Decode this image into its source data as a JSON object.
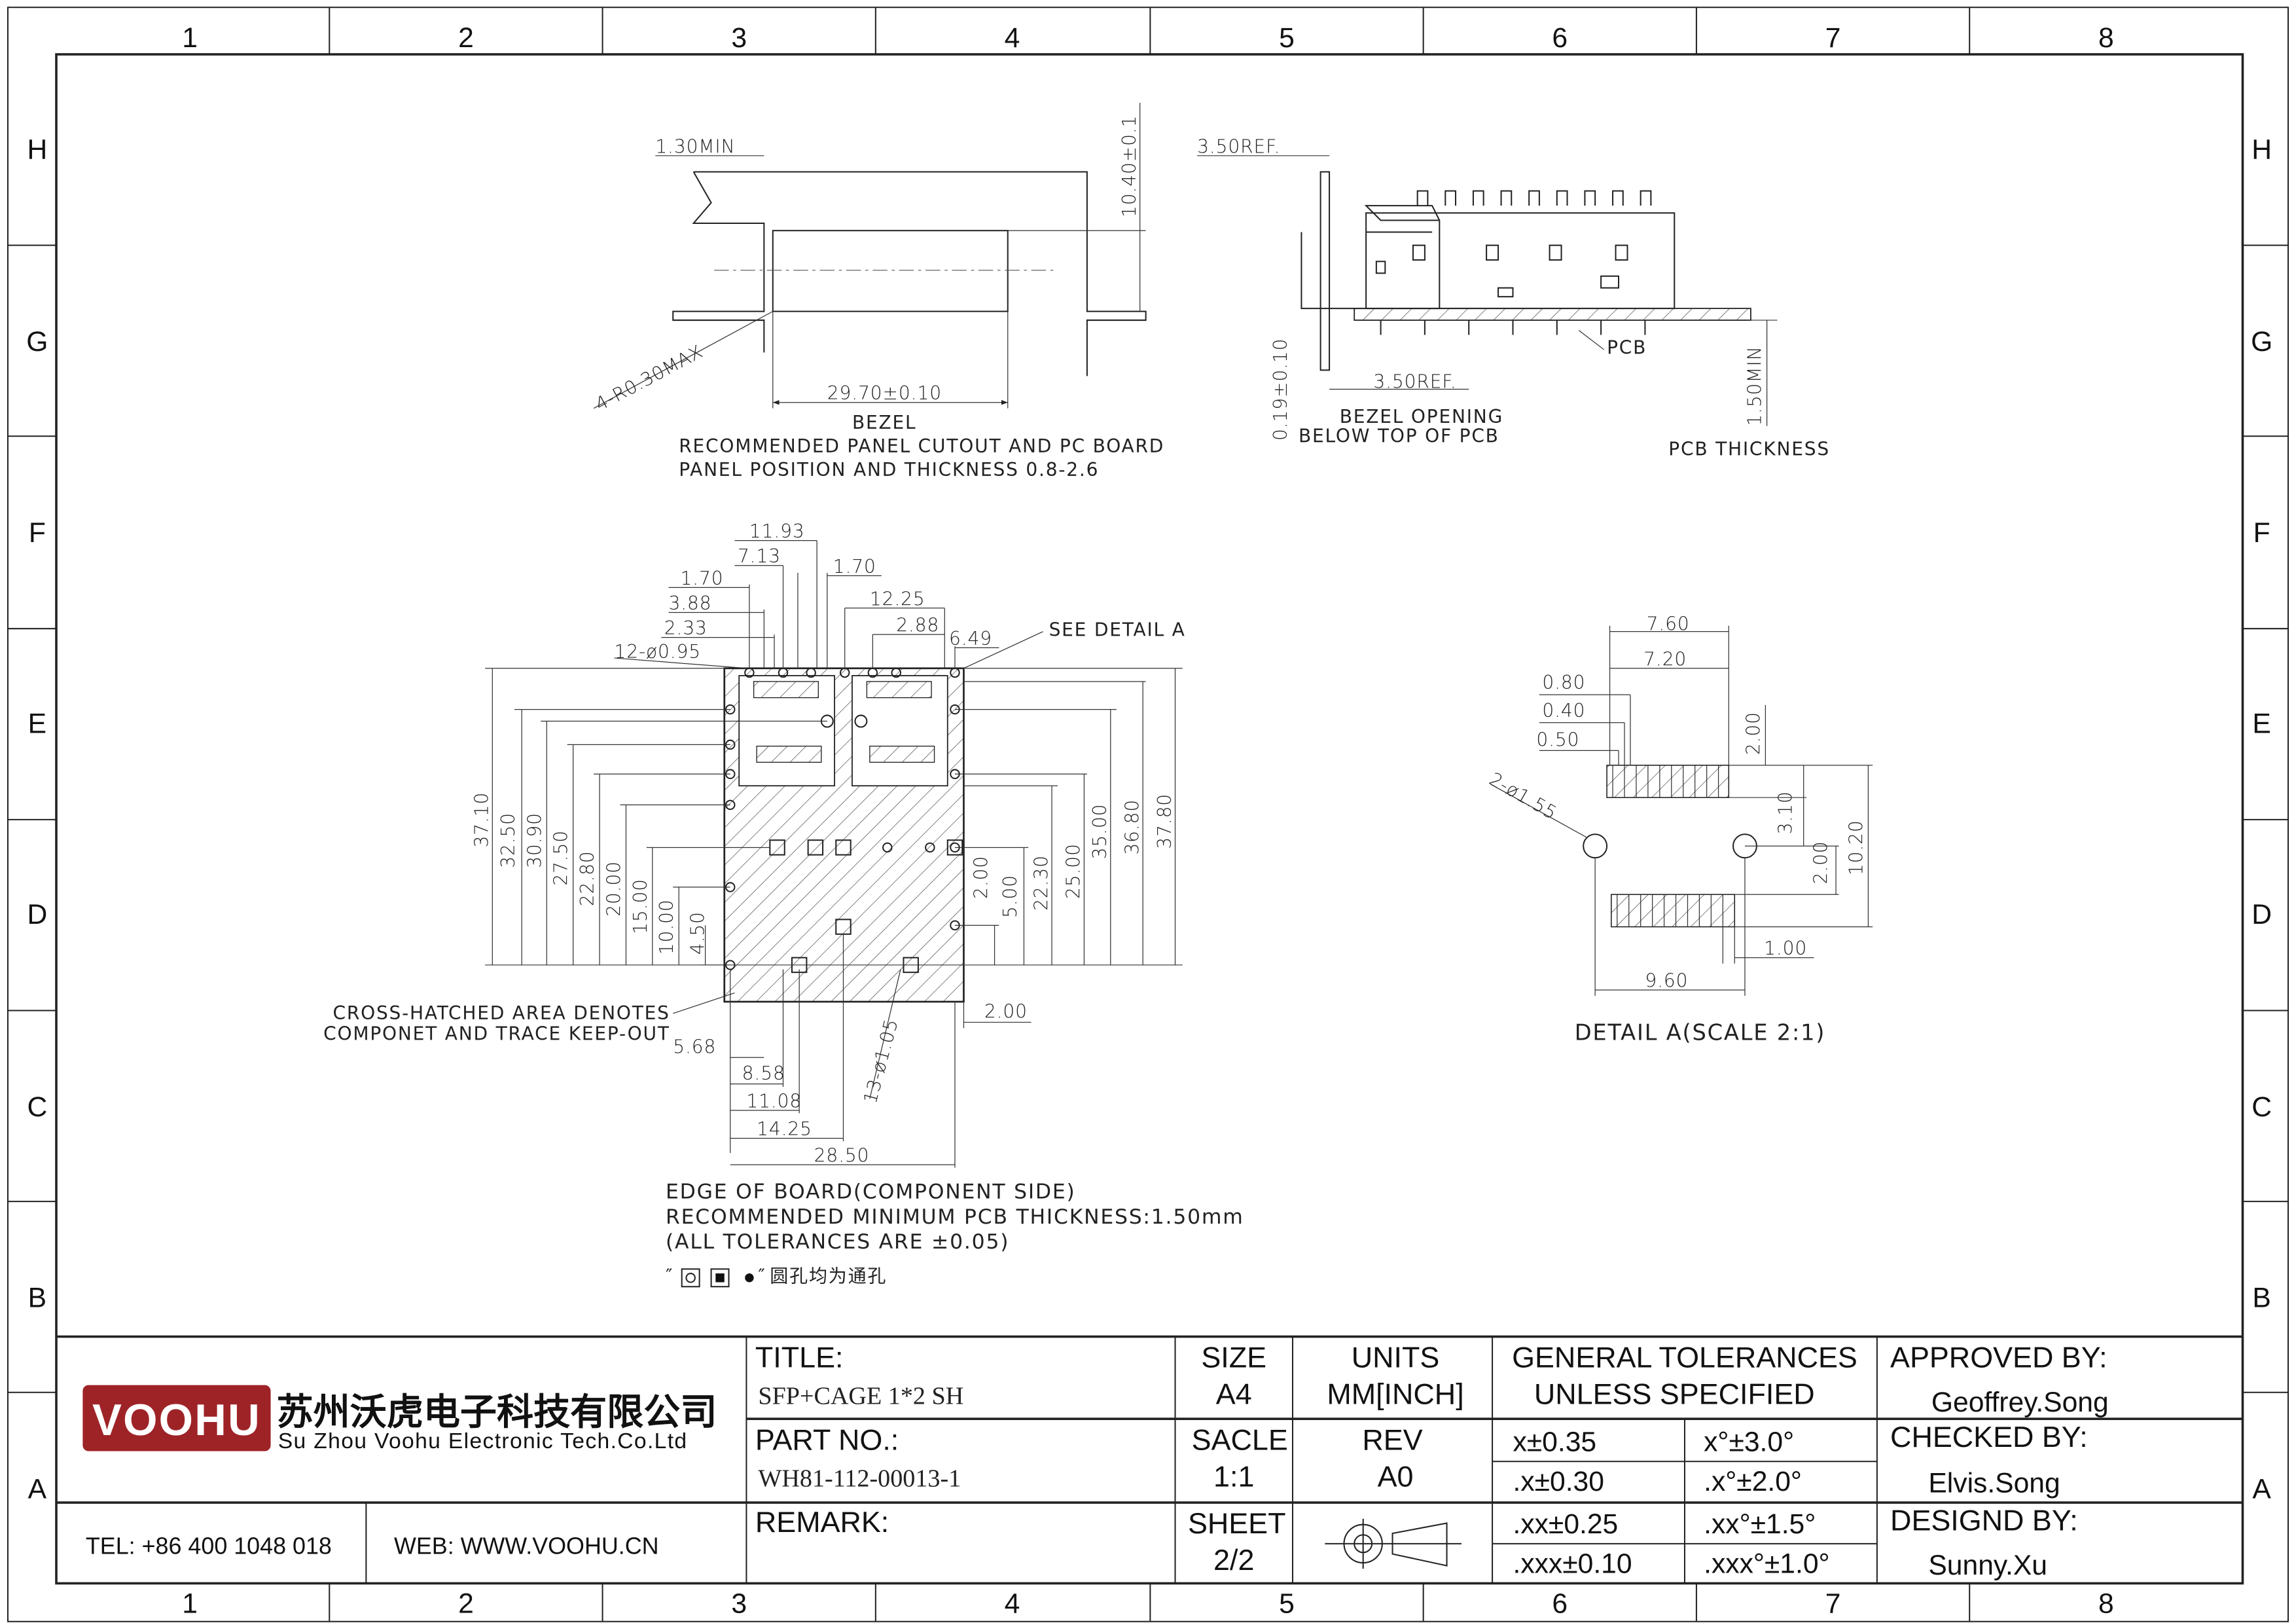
{
  "zones": {
    "columns": [
      "1",
      "2",
      "3",
      "4",
      "5",
      "6",
      "7",
      "8"
    ],
    "rows": [
      "H",
      "G",
      "F",
      "E",
      "D",
      "C",
      "B",
      "A"
    ]
  },
  "bezel_view": {
    "dims": [
      "1.30MIN",
      "10.40±0.1",
      "4-R0.30MAX",
      "29.70±0.10"
    ],
    "notes": [
      "BEZEL",
      "RECOMMENDED PANEL CUTOUT AND PC BOARD",
      "PANEL POSITION AND THICKNESS 0.8-2.6"
    ]
  },
  "side_view": {
    "dims": [
      "3.50REF.",
      "0.19±0.10",
      "3.50REF.",
      "1.50MIN"
    ],
    "labels": [
      "PCB",
      "BEZEL OPENING",
      "BELOW TOP OF PCB",
      "PCB THICKNESS"
    ]
  },
  "footprint": {
    "top_dims": [
      "11.93",
      "7.13",
      "1.70",
      "1.70",
      "3.88",
      "2.33",
      "12-ø0.95",
      "12.25",
      "2.88",
      "6.49"
    ],
    "left_dims": [
      "37.10",
      "32.50",
      "30.90",
      "27.50",
      "22.80",
      "20.00",
      "15.00",
      "10.00",
      "4.50"
    ],
    "right_dims": [
      "2.00",
      "5.00",
      "22.30",
      "25.00",
      "35.00",
      "36.80",
      "37.80"
    ],
    "bottom_dims": [
      "5.68",
      "8.58",
      "11.08",
      "14.25",
      "28.50",
      "2.00",
      "13-ø1.05"
    ],
    "see_detail": "SEE DETAIL A",
    "keepout_note": [
      "CROSS-HATCHED AREA DENOTES",
      "COMPONET AND TRACE KEEP-OUT"
    ],
    "notes": [
      "EDGE OF BOARD(COMPONENT SIDE)",
      "RECOMMENDED MINIMUM PCB THICKNESS:1.50mm",
      "(ALL TOLERANCES ARE ±0.05)"
    ],
    "hole_note": "圆孔均为通孔"
  },
  "detail_a": {
    "dims": [
      "7.60",
      "7.20",
      "0.80",
      "0.40",
      "0.50",
      "2.00",
      "2-ø1.55",
      "3.10",
      "2.00",
      "10.20",
      "1.00",
      "9.60"
    ],
    "caption": "DETAIL A(SCALE 2:1)"
  },
  "title_block": {
    "company_logo": "VOOHU",
    "company_cn": "苏州沃虎电子科技有限公司",
    "company_en": "Su Zhou Voohu Electronic Tech.Co.Ltd",
    "tel": "TEL: +86 400 1048 018",
    "web": "WEB: WWW.VOOHU.CN",
    "title_label": "TITLE:",
    "title_value": "SFP+CAGE 1*2 SH",
    "part_label": "PART NO.:",
    "part_value": "WH81-112-00013-1",
    "remark_label": "REMARK:",
    "size_label": "SIZE",
    "size_value": "A4",
    "units_label": "UNITS",
    "units_value": "MM[INCH]",
    "scale_label": "SACLE",
    "scale_value": "1:1",
    "rev_label": "REV",
    "rev_value": "A0",
    "sheet_label": "SHEET",
    "sheet_value": "2/2",
    "tol_header_1": "GENERAL TOLERANCES",
    "tol_header_2": "UNLESS SPECIFIED",
    "tolerances": [
      "x±0.35",
      "x°±3.0°",
      ".x±0.30",
      ".x°±2.0°",
      ".xx±0.25",
      ".xx°±1.5°",
      ".xxx±0.10",
      ".xxx°±1.0°"
    ],
    "approved_label": "APPROVED BY:",
    "approved_value": "Geoffrey.Song",
    "checked_label": "CHECKED BY:",
    "checked_value": "Elvis.Song",
    "designed_label": "DESIGND BY:",
    "designed_value": "Sunny.Xu",
    "brand_color": "#9e2327",
    "web_color": "#1a3d7a"
  }
}
